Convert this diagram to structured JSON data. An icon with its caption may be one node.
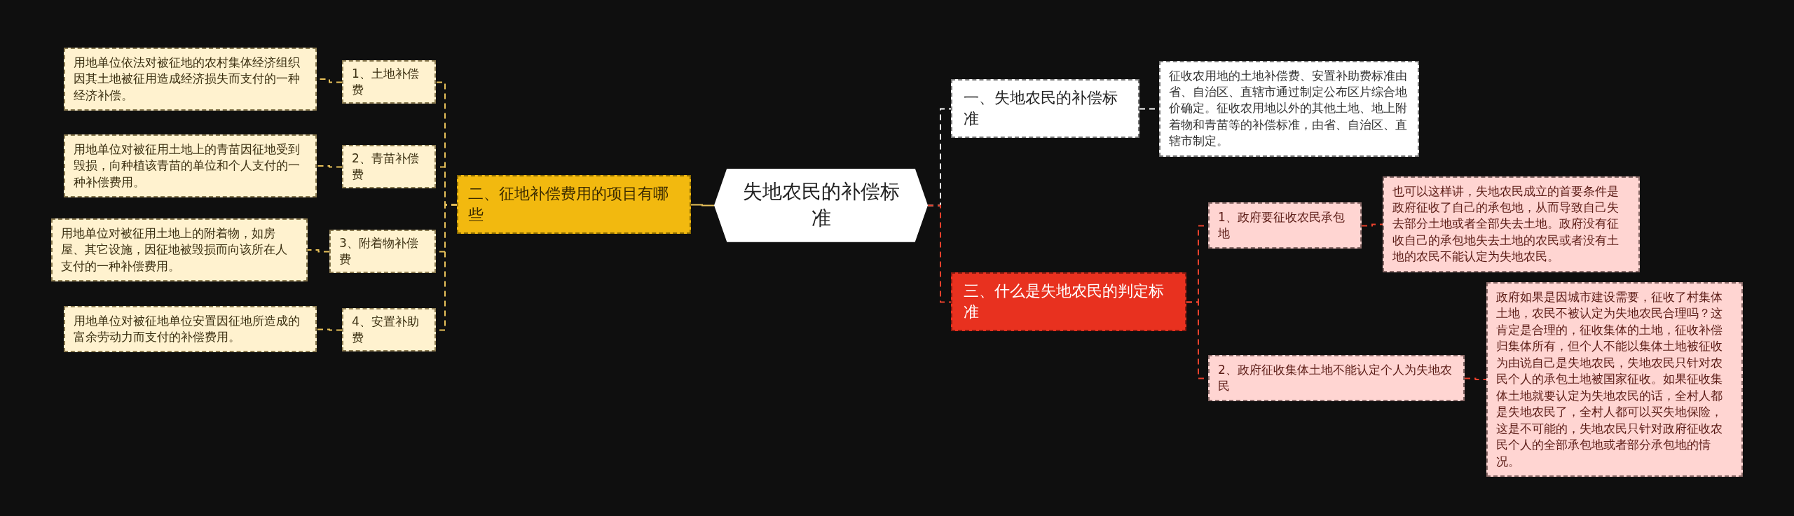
{
  "diagram": {
    "nodes": [
      {
        "text": [
          "失地农民的补偿标准"
        ]
      },
      {
        "text": [
          "一、失地农民的补偿标准"
        ]
      },
      {
        "text": [
          "征收农用地的土地补偿费、安置补助费标准由省、自治区、直辖市通过制定公布区片综合地价确定。征收农用地以外的其他土地、地上附着物和青苗等的补偿标准，由省、自治区、直辖市制定。"
        ]
      },
      {
        "text": [
          "三、什么是失地农民的判定标准"
        ]
      },
      {
        "text": [
          "1、政府要征收农民承包地"
        ]
      },
      {
        "text": [
          "也可以这样讲，失地农民成立的首要条件是政府征收了自己的承包地，从而导致自己失去部分土地或者全部失去土地。政府没有征收自己的承包地失去土地的农民或者没有土地的农民不能认定为失地农民。"
        ]
      },
      {
        "text": [
          "2、政府征收集体土地不能认定个人为失地农民"
        ]
      },
      {
        "text": [
          "政府如果是因城市建设需要，征收了村集体土地，农民不被认定为失地农民合理吗？这肯定是合理的，征收集体的土地，征收补偿归集体所有，但个人不能以集体土地被征收为由说自己是失地农民，失地农民只针对农民个人的承包土地被国家征收。如果征收集体土地就要认定为失地农民的话，全村人都是失地农民了，全村人都可以买失地保险，这是不可能的，失地农民只针对政府征收农民个人的全部承包地或者部分承包地的情况。"
        ]
      },
      {
        "text": [
          "二、征地补偿费用的项目有哪些"
        ]
      },
      {
        "text": [
          "1、土地补偿费"
        ]
      },
      {
        "text": [
          "用地单位依法对被征地的农村集体经济组织因其土地被征用造成经济损失而支付的一种经济补偿。"
        ]
      },
      {
        "text": [
          "2、青苗补偿费"
        ]
      },
      {
        "text": [
          "用地单位对被征用土地上的青苗因征地受到毁损，向种植该青苗的单位和个人支付的一种补偿费用。"
        ]
      },
      {
        "text": [
          "3、附着物补偿费"
        ]
      },
      {
        "text": [
          "用地单位对被征用土地上的附着物，如房屋、其它设施，因征地被毁损而向该所在人支付的一种补偿费用。"
        ]
      },
      {
        "text": [
          "4、安置补助费"
        ]
      },
      {
        "text": [
          "用地单位对被征地单位安置因征地所造成的富余劳动力而支付的补偿费用。"
        ]
      }
    ],
    "edges": [
      {
        "from": 0,
        "to": 1,
        "arrow": "none",
        "style": "dashed",
        "color": "#ffffff"
      },
      {
        "from": 1,
        "to": 2,
        "arrow": "none",
        "style": "dashed",
        "color": "#ffffff"
      },
      {
        "from": 0,
        "to": 3,
        "arrow": "none",
        "style": "dashed",
        "color": "#e8412c"
      },
      {
        "from": 3,
        "to": 4,
        "arrow": "none",
        "style": "dashed",
        "color": "#e8412c"
      },
      {
        "from": 4,
        "to": 5,
        "arrow": "none",
        "style": "dashed",
        "color": "#e8412c"
      },
      {
        "from": 3,
        "to": 6,
        "arrow": "none",
        "style": "dashed",
        "color": "#e8412c"
      },
      {
        "from": 6,
        "to": 7,
        "arrow": "none",
        "style": "dashed",
        "color": "#e8412c"
      },
      {
        "from": 0,
        "to": 8,
        "arrow": "none"
      },
      {
        "from": 8,
        "to": 9,
        "arrow": "none",
        "style": "dashed"
      },
      {
        "from": 9,
        "to": 10,
        "arrow": "none",
        "style": "dashed"
      },
      {
        "from": 8,
        "to": 11,
        "arrow": "none",
        "style": "dashed"
      },
      {
        "from": 11,
        "to": 12,
        "arrow": "none",
        "style": "dashed"
      },
      {
        "from": 8,
        "to": 13,
        "arrow": "none",
        "style": "dashed"
      },
      {
        "from": 13,
        "to": 14,
        "arrow": "none",
        "style": "dashed"
      },
      {
        "from": 8,
        "to": 15,
        "arrow": "none",
        "style": "dashed"
      },
      {
        "from": 15,
        "to": 16,
        "arrow": "none",
        "style": "dashed"
      }
    ]
  }
}
